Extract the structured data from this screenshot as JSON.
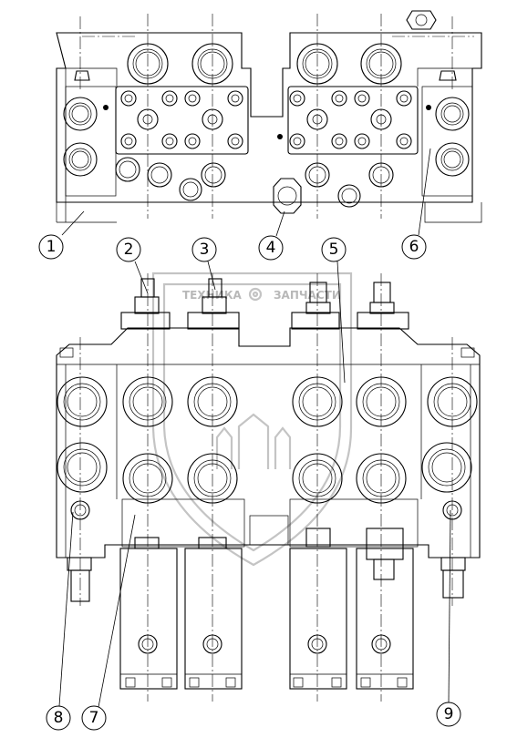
{
  "callouts": [
    {
      "id": "1",
      "label": "1"
    },
    {
      "id": "2",
      "label": "2"
    },
    {
      "id": "3",
      "label": "3"
    },
    {
      "id": "4",
      "label": "4"
    },
    {
      "id": "5",
      "label": "5"
    },
    {
      "id": "6",
      "label": "6"
    },
    {
      "id": "7",
      "label": "7"
    },
    {
      "id": "8",
      "label": "8"
    },
    {
      "id": "9",
      "label": "9"
    }
  ],
  "watermark": {
    "left_text": "ТЕХНИКА",
    "right_text": "ЗАПЧАСТИ",
    "logo_icon": "gear-icon"
  }
}
